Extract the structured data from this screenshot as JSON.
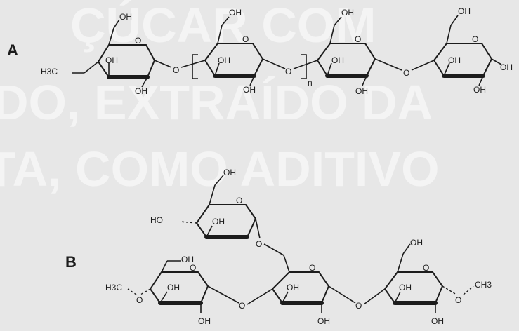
{
  "watermark_lines": [
    "ÇÚCAR COM",
    "DO, EXTRAÍDO DA",
    "TA, COMO ADITIVO"
  ],
  "colors": {
    "background": "#e7e7e7",
    "ink": "#1c1c1c",
    "watermark": "#f4f4f4"
  },
  "labels": {
    "A": "A",
    "B": "B",
    "OH": "OH",
    "HO": "HO",
    "O": "O",
    "H3C": "H3C",
    "CH3": "CH3",
    "n": "n"
  }
}
